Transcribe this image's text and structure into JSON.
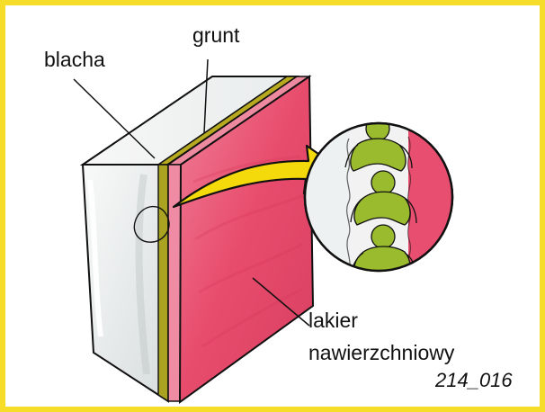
{
  "labels": {
    "sheet_metal": "blacha",
    "primer": "grunt",
    "topcoat_line1": "lakier",
    "topcoat_line2": "nawierzchniowy"
  },
  "figure_code": "214_016",
  "colors": {
    "frame": "#f6dd2a",
    "metal": "#e9eceb",
    "primer": "#a8a224",
    "lacquer": "#e84a6b",
    "magnifier_fill": "#f0f2f2",
    "arrow": "#f4d90b",
    "figure_green": "#9bbb2f"
  }
}
